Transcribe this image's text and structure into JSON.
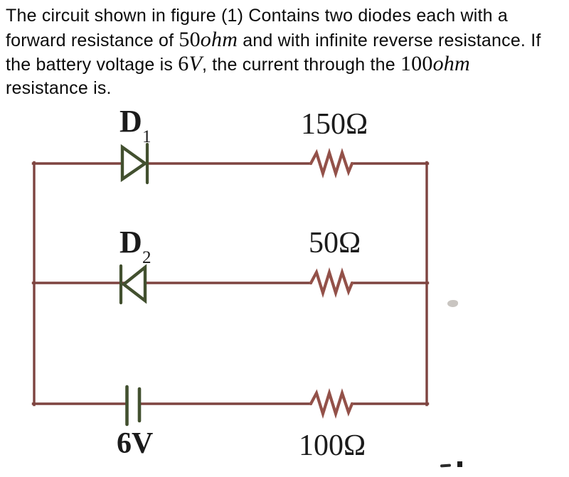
{
  "problem": {
    "line1": {
      "seg1": "The circuit shown in figure (1) Contains two diodes each with a"
    },
    "line2": {
      "seg1": "forward resistance of ",
      "m1num": "50",
      "m1var": "ohm",
      "seg2": " and with infinite reverse resistance. If"
    },
    "line3": {
      "seg1": "the battery voltage is ",
      "m1num": "6",
      "m1var": "V",
      "seg2": ", the current through the ",
      "m2num": "100",
      "m2var": "ohm"
    },
    "line4": {
      "seg1": "resistance is."
    }
  },
  "circuit": {
    "labels": {
      "d1_main": "D",
      "d1_sub": "1",
      "d2_main": "D",
      "d2_sub": "2",
      "r_top": "150Ω",
      "r_mid": "50Ω",
      "r_bot": "100Ω",
      "battery": "6V"
    },
    "colors": {
      "wire": "#7e4440",
      "resistor": "#935149",
      "component": "#42502f",
      "label": "#1b1b1b"
    }
  }
}
